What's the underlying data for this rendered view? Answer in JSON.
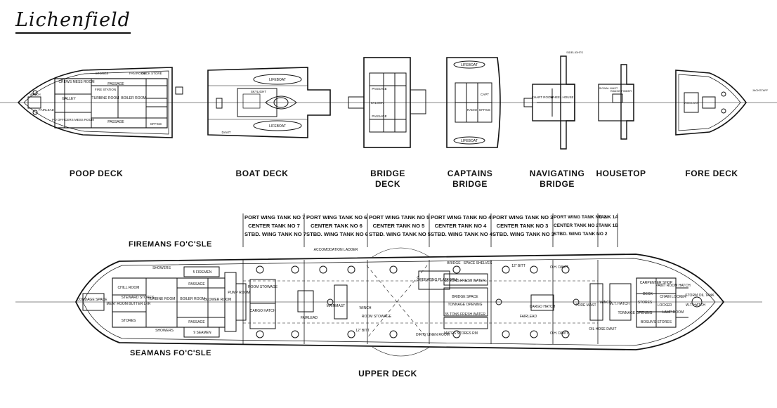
{
  "title": "Lichenfield",
  "plans": {
    "poop": {
      "label": "POOP DECK",
      "rooms": [
        "CREWS MESS ROOM",
        "GALLEY",
        "PASSAGE",
        "TURBINE ROOM",
        "BOILER ROOM",
        "FIRE STATION",
        "PO OFFICERS MESS ROOM",
        "STORES",
        "DECK STORE",
        "FAN ROOM",
        "WINCH",
        "PASSAGE",
        "FAIRLEAD",
        "OFFICE"
      ]
    },
    "boat": {
      "label": "BOAT DECK",
      "rooms": [
        "LIFEBOAT",
        "SKYLIGHT",
        "LIFEBOAT",
        "DAVIT"
      ]
    },
    "bridge": {
      "label": "BRIDGE\nDECK",
      "rooms": [
        "PASSAGE",
        "SALOON",
        "PASSAGE"
      ]
    },
    "captains": {
      "label": "CAPTAINS\nBRIDGE",
      "rooms": [
        "LIFEBOAT",
        "CAPT",
        "OFFICE",
        "RADIO",
        "LIFEBOAT"
      ]
    },
    "navigating": {
      "label": "NAVIGATING\nBRIDGE",
      "rooms": [
        "CHART ROOM",
        "WHEEL HOUSE",
        "SIDELIGHTS"
      ]
    },
    "housetop": {
      "label": "HOUSETOP",
      "rooms": [
        "SIGNAL MAST",
        "RANGE FINDER"
      ]
    },
    "fore": {
      "label": "FORE DECK",
      "rooms": [
        "JACKSTAFF",
        "WINDLASS"
      ]
    }
  },
  "tanks": [
    [
      "PORT WING TANK NO 7",
      "CENTER TANK NO 7",
      "STBD. WING TANK NO 7"
    ],
    [
      "PORT WING TANK NO 6",
      "CENTER TANK NO 6",
      "STBD. WING TANK NO 6"
    ],
    [
      "PORT WING TANK NO 5",
      "CENTER TANK NO 5",
      "STBD. WING TANK NO 5"
    ],
    [
      "PORT WING TANK NO 4",
      "CENTER TANK NO 4",
      "STBD. WING TANK NO 4"
    ],
    [
      "PORT WING TANK NO 3",
      "CENTER TANK NO 3",
      "STBD. WING TANK NO 3"
    ],
    [
      "PORT WING TANK NO 2",
      "CENTER TANK NO 2",
      "STBD. WING TANK NO 2"
    ],
    [
      "TANK 1A",
      "TANK 1B"
    ]
  ],
  "upper_deck": {
    "label": "UPPER DECK",
    "firemans": "FIREMANS FO'C'SLE",
    "seamans": "SEAMANS FO'C'SLE",
    "rooms": {
      "cordage": "CORDAGE SPACE",
      "chill": "CHILL ROOM",
      "meat": "MEAT ROOM BUTTER LKR",
      "steward": "STEWARD STORES",
      "stores": "STORES",
      "showers_top": "SHOWERS",
      "showers_bot": "SHOWERS",
      "turbine": "TURBINE ROOM",
      "boiler": "BOILER ROOM",
      "firemen": "5 FIREMEN",
      "seamen": "9 SEAMEN",
      "passage1": "PASSAGE",
      "passage2": "PASSAGE",
      "blower": "BLOWER ROOM",
      "pump": "PUMP ROOM",
      "room_stowage1": "ROOM STOWAGE",
      "cargo_hatch1": "CARGO HATCH",
      "fairlead1": "FAIRLEAD",
      "mainmast": "MAINMAST",
      "winch": "WINCH",
      "room_stowage2": "ROOM STOWAGE",
      "operating": "OPERATING PLATFORM",
      "fresh_water1": "35 TONS FRESH WATER",
      "bridge_space": "BRIDGE SPACE",
      "tonnage": "TONNAGE OPENING",
      "fresh_water2": "35 TONS FRESH WATER",
      "dirty_linen": "DIRTY LINEN ROOM",
      "mates_stores": "MATES STORES RM",
      "cargo_hatch2": "CARGO HATCH",
      "fairlead2": "FAIRLEAD",
      "foremast": "FORE MAST",
      "winch2": "WINCH",
      "wt_hatch": "W.T. HATCH",
      "tonnage2": "TONNAGE OPENING",
      "carpenter": "CARPENTER SHOP",
      "paint": "PAINT ROOM HATCH",
      "chain": "CHAIN LOCKER",
      "lamp": "LAMP ROOM",
      "bosun": "BOSUN'S STORES",
      "storm_oil": "STORM OIL TANK",
      "wt_hatch2": "W.T. HATCH",
      "accom_ladder": "ACCOMODATION LADDER",
      "bridge_label": "BRIDGE",
      "space_shelves": "SPACE SHELVES",
      "bitt1": "12\" BITT",
      "bitt2": "12\" BITT",
      "davit1": "O.H. DAVIT",
      "davit2": "O.H. DAVIT",
      "hose": "OIL HOSE DAVIT",
      "deck2": "DECK",
      "stores2": "STORES",
      "locker2": "LOCKER"
    }
  }
}
